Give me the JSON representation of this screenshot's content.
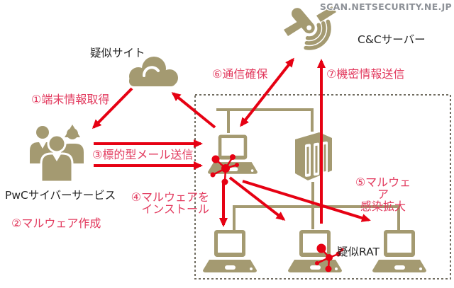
{
  "watermark": "SCAN.NETSECURITY.NE.JP",
  "nodes": {
    "pseudo_site": "疑似サイト",
    "cc_server": "C&Cサーバー",
    "attacker_team": "PwCサイバーサービス",
    "pseudo_rat": "疑似RAT"
  },
  "steps": {
    "s1": "①端末情報取得",
    "s2": "②マルウェア作成",
    "s3": "③標的型メール送信",
    "s4_line1": "④マルウェアを",
    "s4_line2": "インストール",
    "s5_line1": "⑤マルウェア",
    "s5_line2": "感染拡大",
    "s6": "⑥通信確保",
    "s7": "⑦機密情報送信"
  },
  "icons": {
    "cloud": "cloud-icon",
    "satellite": "satellite-icon",
    "people": "people-group-icon",
    "pc": "laptop-icon",
    "server": "server-icon",
    "malware": "malware-molecule-icon"
  },
  "colors": {
    "icon_tan": "#a49a71",
    "arrow_red": "#e60113",
    "step_label_pink": "#e23a5e",
    "dashed_border": "#716d61",
    "text_black": "#262626",
    "watermark_gray": "#8e9298"
  }
}
